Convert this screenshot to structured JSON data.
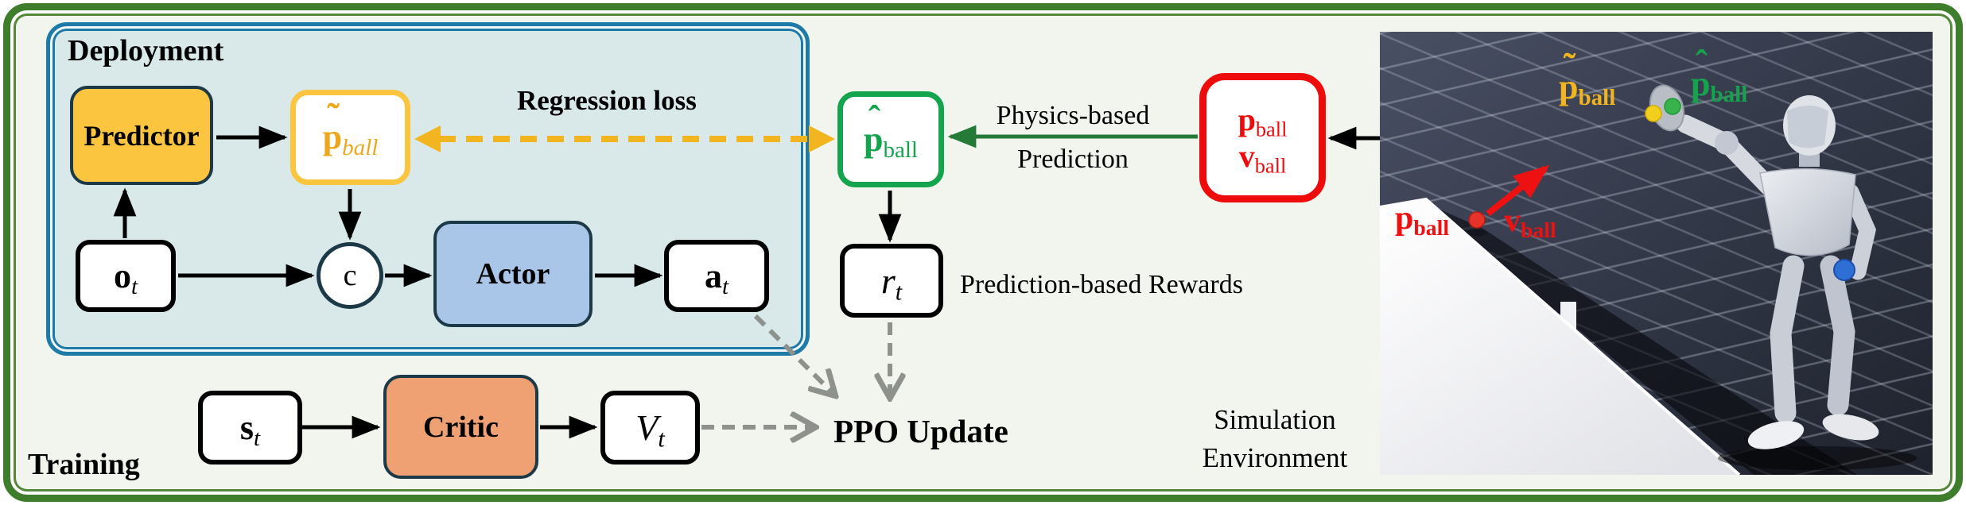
{
  "figure": {
    "deployment_title": "Deployment",
    "training_title": "Training",
    "predictor_label": "Predictor",
    "actor_label": "Actor",
    "critic_label": "Critic",
    "regression_loss_label": "Regression loss",
    "physics_label_line1": "Physics-based",
    "physics_label_line2": "Prediction",
    "rewards_label": "Prediction-based Rewards",
    "ppo_label": "PPO Update",
    "sim_label_line1": "Simulation",
    "sim_label_line2": "Environment"
  },
  "symbols": {
    "o": {
      "base": "o",
      "sub": "t"
    },
    "a": {
      "base": "a",
      "sub": "t"
    },
    "s": {
      "base": "s",
      "sub": "t"
    },
    "V": {
      "base": "V",
      "sub": "t"
    },
    "r": {
      "base": "r",
      "sub": "t"
    },
    "c": {
      "base": "c"
    },
    "p_tilde": {
      "mark": "˜",
      "base": "p",
      "sub": "ball"
    },
    "p_hat": {
      "mark": "ˆ",
      "base": "p",
      "sub": "ball"
    },
    "p_ball": {
      "base": "p",
      "sub": "ball"
    },
    "v_ball": {
      "base": "v",
      "sub": "ball"
    }
  },
  "colors": {
    "page_background": "#f1f5ee",
    "frame_green": "#3e7d2b",
    "deployment_border_blue": "#1e7aa6",
    "deployment_fill": "#d9e8e8",
    "predictor_yellow": "#fcc53f",
    "ptilde_text": "#eca81c",
    "actor_blue": "#a9c6e8",
    "critic_orange": "#efa173",
    "phat_green": "#13a44d",
    "ball_red": "#ee0b0b",
    "arrow_green": "#257a38",
    "dashed_yellow": "#f2b41f",
    "dashed_gray": "#8d928d"
  }
}
